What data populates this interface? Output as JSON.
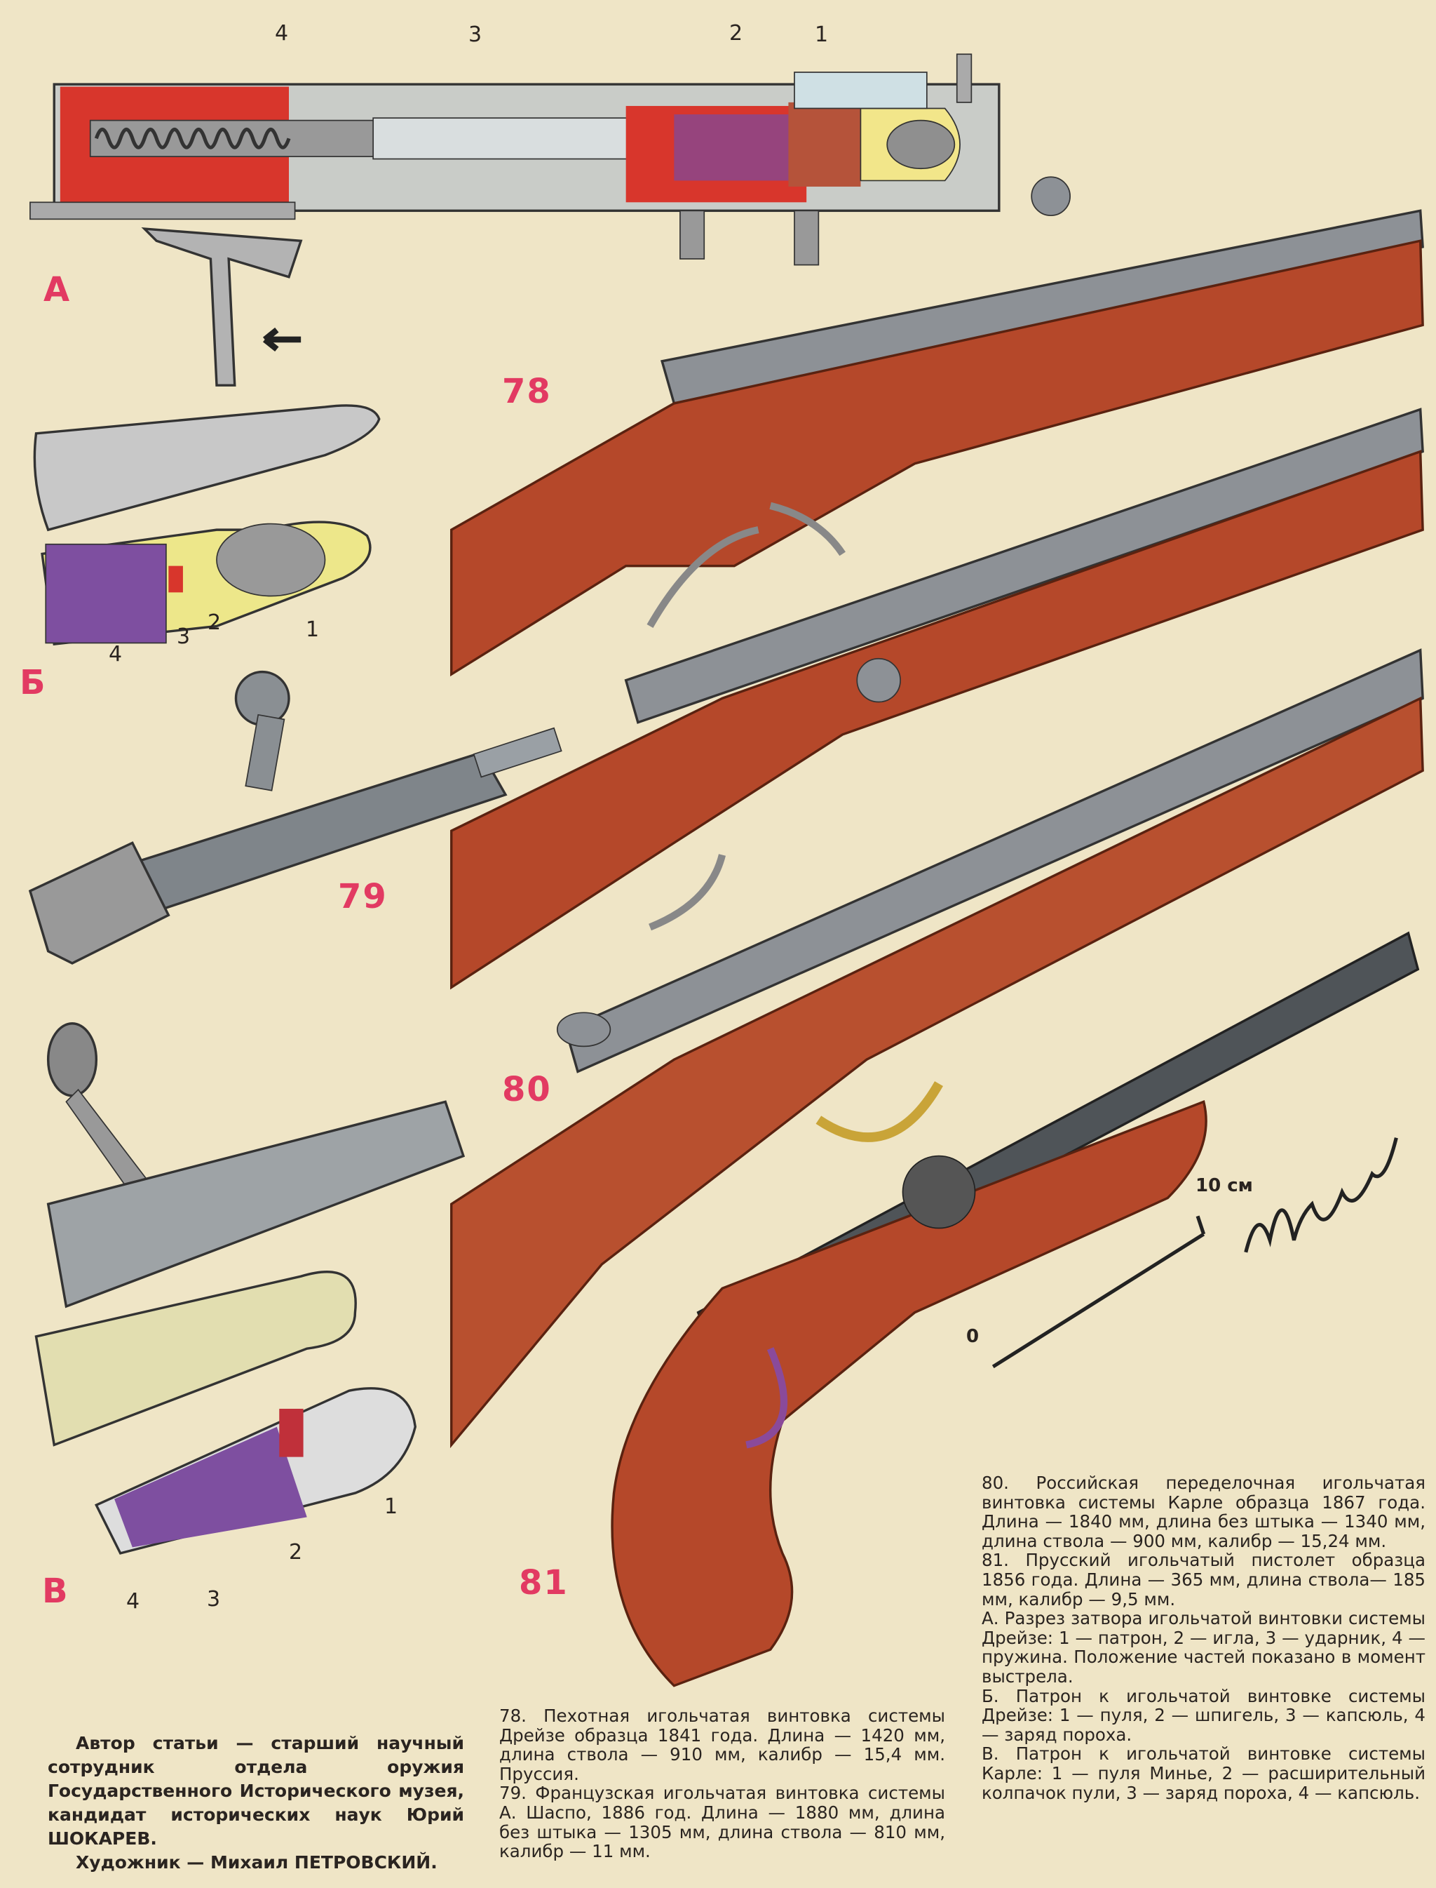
{
  "figure_labels": {
    "A": "А",
    "B": "Б",
    "V": "В",
    "n78": "78",
    "n79": "79",
    "n80": "80",
    "n81": "81"
  },
  "part_numbers": {
    "A": [
      "4",
      "3",
      "2",
      "1"
    ],
    "B": [
      "1",
      "2",
      "3",
      "4"
    ],
    "V": [
      "1",
      "2",
      "3",
      "4"
    ]
  },
  "scale_bar": {
    "end_label": "10 см",
    "start_label": "0"
  },
  "signature": "М. Петровский",
  "captions": {
    "c78": "78. Пехотная игольчатая винтовка системы Дрейзе образца 1841 года. Длина — 1420 мм, длина ствола — 910 мм, калибр — 15,4 мм. Пруссия.",
    "c79": "79. Французская игольчатая винтовка системы А. Шаспо, 1886 год. Длина — 1880 мм, длина без штыка — 1305 мм, длина ствола — 810 мм, калибр — 11 мм.",
    "c80": "80. Российская переделочная игольчатая винтовка системы Карле образца 1867 года. Длина — 1840 мм, длина без штыка — 1340 мм, длина ствола — 900 мм, калибр — 15,24 мм.",
    "c81": "81. Прусский игольчатый пистолет образца 1856 года. Длина — 365 мм, длина ствола— 185 мм, калибр — 9,5 мм.",
    "cA": "А. Разрез затвора игольчатой винтовки системы Дрейзе: 1 — патрон, 2 — игла, 3 — ударник, 4 — пружина. Положение частей показано в момент выстрела.",
    "cB": "Б. Патрон к игольчатой винтовке системы Дрейзе: 1 — пуля, 2 — шпигель, 3 — капсюль, 4 — заряд пороха.",
    "cV": "В. Патрон к игольчатой винтовке системы Карле: 1 — пуля Минье, 2 — расширительный колпачок пули, 3 — заряд пороха, 4 — капсюль."
  },
  "credits": {
    "author": "Автор статьи — старший научный сотрудник отдела оружия Государственного Исторического музея, кандидат исторических наук Юрий ШОКАРЕВ.",
    "artist": "Художник — Михаил ПЕТРОВСКИЙ."
  },
  "colors": {
    "paper": "#efe5c6",
    "label": "#e23a62",
    "wood": "#b5482a",
    "steel": "#8d9196"
  }
}
